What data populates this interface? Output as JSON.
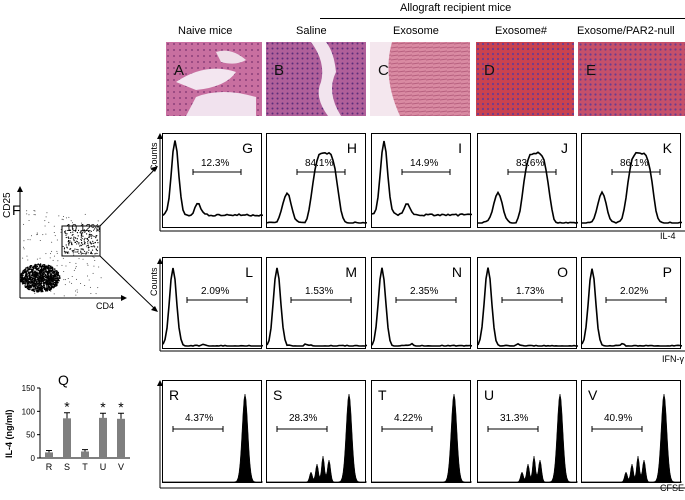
{
  "headers": {
    "group_title": "Allograft recipient mice",
    "naive": "Naive mice",
    "columns": [
      "Saline",
      "Exosome",
      "Exosome#",
      "Exosome/PAR2-null"
    ]
  },
  "tissue_letters": [
    "A",
    "B",
    "C",
    "D",
    "E"
  ],
  "flow": {
    "panel_letter": "F",
    "gate_pct": "10.12%",
    "x_axis": "CD4",
    "y_axis": "CD25"
  },
  "il4_row": {
    "y_axis": "Counts",
    "x_axis": "IL-4",
    "panels": [
      {
        "letter": "G",
        "pct": "12.3%"
      },
      {
        "letter": "H",
        "pct": "84.1%"
      },
      {
        "letter": "I",
        "pct": "14.9%"
      },
      {
        "letter": "J",
        "pct": "83.6%"
      },
      {
        "letter": "K",
        "pct": "86.1%"
      }
    ]
  },
  "ifn_row": {
    "y_axis": "Counts",
    "x_axis": "IFN-γ",
    "panels": [
      {
        "letter": "L",
        "pct": "2.09%"
      },
      {
        "letter": "M",
        "pct": "1.53%"
      },
      {
        "letter": "N",
        "pct": "2.35%"
      },
      {
        "letter": "O",
        "pct": "1.73%"
      },
      {
        "letter": "P",
        "pct": "2.02%"
      }
    ]
  },
  "cfse_row": {
    "x_axis": "CFSE",
    "panels": [
      {
        "letter": "R",
        "pct": "4.37%"
      },
      {
        "letter": "S",
        "pct": "28.3%"
      },
      {
        "letter": "T",
        "pct": "4.22%"
      },
      {
        "letter": "U",
        "pct": "31.3%"
      },
      {
        "letter": "V",
        "pct": "40.9%"
      }
    ]
  },
  "chart_data": {
    "type": "bar",
    "panel_letter": "Q",
    "categories": [
      "R",
      "S",
      "T",
      "U",
      "V"
    ],
    "values": [
      12,
      85,
      14,
      86,
      84
    ],
    "errors": [
      4,
      12,
      4,
      10,
      12
    ],
    "significant": [
      "",
      "*",
      "",
      "*",
      "*"
    ],
    "ylabel": "IL-4 (ng/ml)",
    "yticks": [
      0,
      50,
      100,
      150
    ],
    "ylim": [
      0,
      150
    ]
  },
  "colors": {
    "naive_tissue": "#c86fa0",
    "saline_tissue": "#b0609a",
    "exosome_tissue": "#d98aa2",
    "exosome_hash_tissue": "#c9424f",
    "par2_tissue": "#c6506a",
    "bar_fill": "#7f7f7f"
  }
}
